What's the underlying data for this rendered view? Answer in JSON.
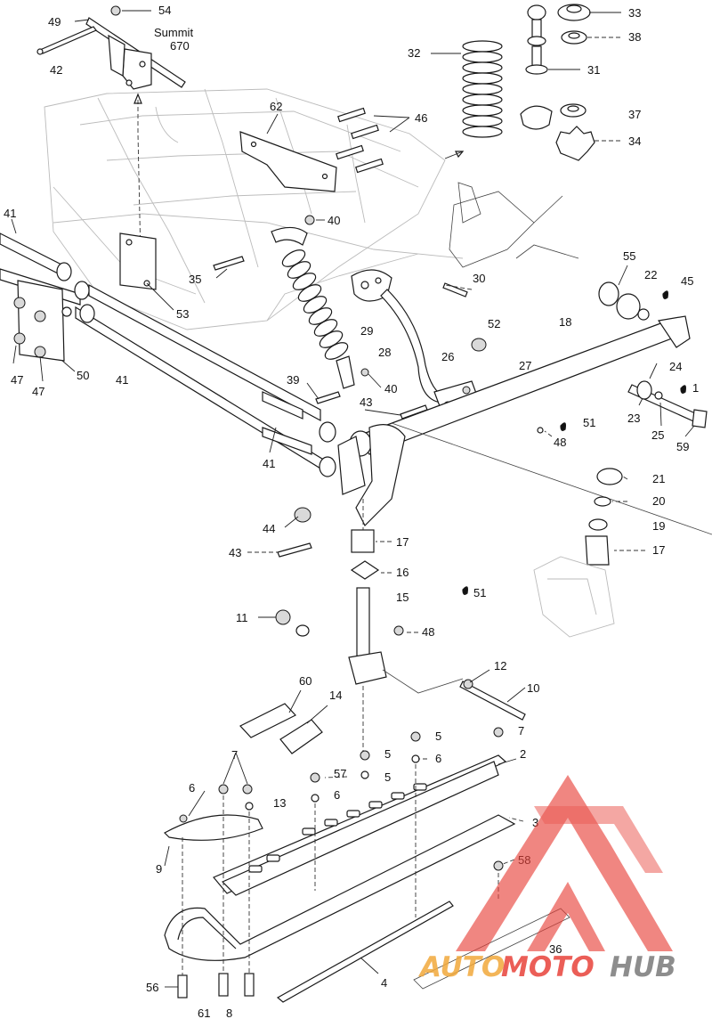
{
  "model_caption": {
    "line1": "Summit",
    "line2": "670"
  },
  "callouts": [
    {
      "id": "49",
      "text": "49"
    },
    {
      "id": "54",
      "text": "54"
    },
    {
      "id": "42",
      "text": "42"
    },
    {
      "id": "32",
      "text": "32"
    },
    {
      "id": "33",
      "text": "33"
    },
    {
      "id": "38",
      "text": "38"
    },
    {
      "id": "31",
      "text": "31"
    },
    {
      "id": "37",
      "text": "37"
    },
    {
      "id": "34",
      "text": "34"
    },
    {
      "id": "62",
      "text": "62"
    },
    {
      "id": "46",
      "text": "46"
    },
    {
      "id": "41a",
      "text": "41"
    },
    {
      "id": "40a",
      "text": "40"
    },
    {
      "id": "35",
      "text": "35"
    },
    {
      "id": "53",
      "text": "53"
    },
    {
      "id": "30",
      "text": "30"
    },
    {
      "id": "55",
      "text": "55"
    },
    {
      "id": "22",
      "text": "22"
    },
    {
      "id": "45",
      "text": "45"
    },
    {
      "id": "52",
      "text": "52"
    },
    {
      "id": "18",
      "text": "18"
    },
    {
      "id": "29",
      "text": "29"
    },
    {
      "id": "28",
      "text": "28"
    },
    {
      "id": "26",
      "text": "26"
    },
    {
      "id": "27",
      "text": "27"
    },
    {
      "id": "24",
      "text": "24"
    },
    {
      "id": "1",
      "text": "1"
    },
    {
      "id": "47a",
      "text": "47"
    },
    {
      "id": "47b",
      "text": "47"
    },
    {
      "id": "50",
      "text": "50"
    },
    {
      "id": "41b",
      "text": "41"
    },
    {
      "id": "39",
      "text": "39"
    },
    {
      "id": "40b",
      "text": "40"
    },
    {
      "id": "43a",
      "text": "43"
    },
    {
      "id": "23",
      "text": "23"
    },
    {
      "id": "25",
      "text": "25"
    },
    {
      "id": "59",
      "text": "59"
    },
    {
      "id": "51a",
      "text": "51"
    },
    {
      "id": "48a",
      "text": "48"
    },
    {
      "id": "41c",
      "text": "41"
    },
    {
      "id": "21",
      "text": "21"
    },
    {
      "id": "20",
      "text": "20"
    },
    {
      "id": "19",
      "text": "19"
    },
    {
      "id": "17a",
      "text": "17"
    },
    {
      "id": "44",
      "text": "44"
    },
    {
      "id": "43b",
      "text": "43"
    },
    {
      "id": "17b",
      "text": "17"
    },
    {
      "id": "16",
      "text": "16"
    },
    {
      "id": "15",
      "text": "15"
    },
    {
      "id": "51b",
      "text": "51"
    },
    {
      "id": "11",
      "text": "11"
    },
    {
      "id": "48b",
      "text": "48"
    },
    {
      "id": "12",
      "text": "12"
    },
    {
      "id": "10",
      "text": "10"
    },
    {
      "id": "60",
      "text": "60"
    },
    {
      "id": "14",
      "text": "14"
    },
    {
      "id": "5a",
      "text": "5"
    },
    {
      "id": "7a",
      "text": "7"
    },
    {
      "id": "5b",
      "text": "5"
    },
    {
      "id": "6a",
      "text": "6"
    },
    {
      "id": "2",
      "text": "2"
    },
    {
      "id": "7b",
      "text": "7"
    },
    {
      "id": "57",
      "text": "57"
    },
    {
      "id": "5c",
      "text": "5"
    },
    {
      "id": "6b",
      "text": "6"
    },
    {
      "id": "6c",
      "text": "6"
    },
    {
      "id": "13",
      "text": "13"
    },
    {
      "id": "3",
      "text": "3"
    },
    {
      "id": "9",
      "text": "9"
    },
    {
      "id": "58",
      "text": "58"
    },
    {
      "id": "36",
      "text": "36"
    },
    {
      "id": "4",
      "text": "4"
    },
    {
      "id": "56",
      "text": "56"
    },
    {
      "id": "61",
      "text": "61"
    },
    {
      "id": "8",
      "text": "8"
    }
  ],
  "watermark": {
    "part1": "AUTO",
    "part2": "MOTO",
    "part3": "HUB"
  },
  "colors": {
    "watermark_orange": "#f2a93b",
    "watermark_red": "#e8423a",
    "watermark_grey": "#7a7a7a",
    "line": "#1a1a1a"
  }
}
